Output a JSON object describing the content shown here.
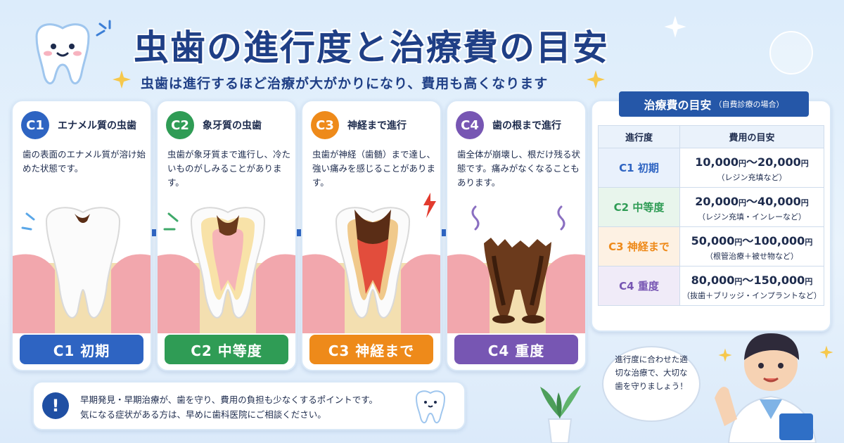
{
  "header": {
    "title": "虫歯の進行度と治療費の目安",
    "subtitle": "虫歯は進行するほど治療が大がかりになり、費用も高くなります"
  },
  "stages": [
    {
      "badge": "C1",
      "title": "エナメル質の虫歯",
      "description": "歯の表面のエナメル質が溶け始めた状態です。",
      "label": "C1 初期",
      "color": "#2e64c2"
    },
    {
      "badge": "C2",
      "title": "象牙質の虫歯",
      "description": "虫歯が象牙質まで進行し、冷たいものがしみることがあります。",
      "label": "C2 中等度",
      "color": "#2f9c55"
    },
    {
      "badge": "C3",
      "title": "神経まで進行",
      "description": "虫歯が神経（歯髄）まで達し、強い痛みを感じることがあります。",
      "label": "C3 神経まで",
      "color": "#ee8a1a"
    },
    {
      "badge": "C4",
      "title": "歯の根まで進行",
      "description": "歯全体が崩壊し、根だけ残る状態です。痛みがなくなることもあります。",
      "label": "C4 重度",
      "color": "#7756b3"
    }
  ],
  "cost": {
    "heading": "治療費の目安",
    "heading_note": "（自費診療の場合）",
    "col_stage": "進行度",
    "col_cost": "費用の目安",
    "currency": "円",
    "rows": [
      {
        "stage": "C1 初期",
        "low": "10,000",
        "high": "20,000",
        "note": "（レジン充填など）",
        "color": "#2e64c2",
        "bg": "#e9f1fc"
      },
      {
        "stage": "C2 中等度",
        "low": "20,000",
        "high": "40,000",
        "note": "（レジン充填・インレーなど）",
        "color": "#2f9c55",
        "bg": "#e8f5ec"
      },
      {
        "stage": "C3 神経まで",
        "low": "50,000",
        "high": "100,000",
        "note": "（根管治療＋被せ物など）",
        "color": "#ee8a1a",
        "bg": "#fdf1e3"
      },
      {
        "stage": "C4 重度",
        "low": "80,000",
        "high": "150,000",
        "note": "（抜歯＋ブリッジ・インプラントなど）",
        "color": "#7756b3",
        "bg": "#f0ebf8"
      }
    ]
  },
  "tip": {
    "icon": "!",
    "line1": "早期発見・早期治療が、歯を守り、費用の負担も少なくするポイントです。",
    "line2": "気になる症状がある方は、早めに歯科医院にご相談ください。"
  },
  "bubble": {
    "text": "進行度に合わせた適切な治療で、大切な歯を守りましょう！"
  }
}
